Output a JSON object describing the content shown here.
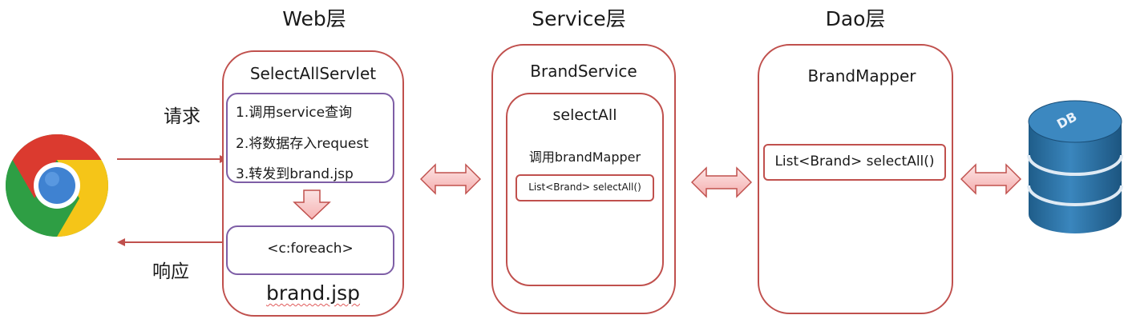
{
  "layers": {
    "web": "Web层",
    "service": "Service层",
    "dao": "Dao层"
  },
  "flow": {
    "request": "请求",
    "response": "响应"
  },
  "web": {
    "servlet_title": "SelectAllServlet",
    "steps": [
      "1.调用service查询",
      "2.将数据存入request",
      "3.转发到brand.jsp"
    ],
    "foreach": "<c:foreach>",
    "jsp_label": "brand.jsp"
  },
  "service": {
    "title": "BrandService",
    "method": "selectAll",
    "call": "调用brandMapper",
    "signature": "List<Brand> selectAll()"
  },
  "dao": {
    "title": "BrandMapper",
    "signature": "List<Brand> selectAll()"
  },
  "db": {
    "label": "DB"
  },
  "icons": {
    "browser": "chrome-icon",
    "database": "database-icon"
  }
}
